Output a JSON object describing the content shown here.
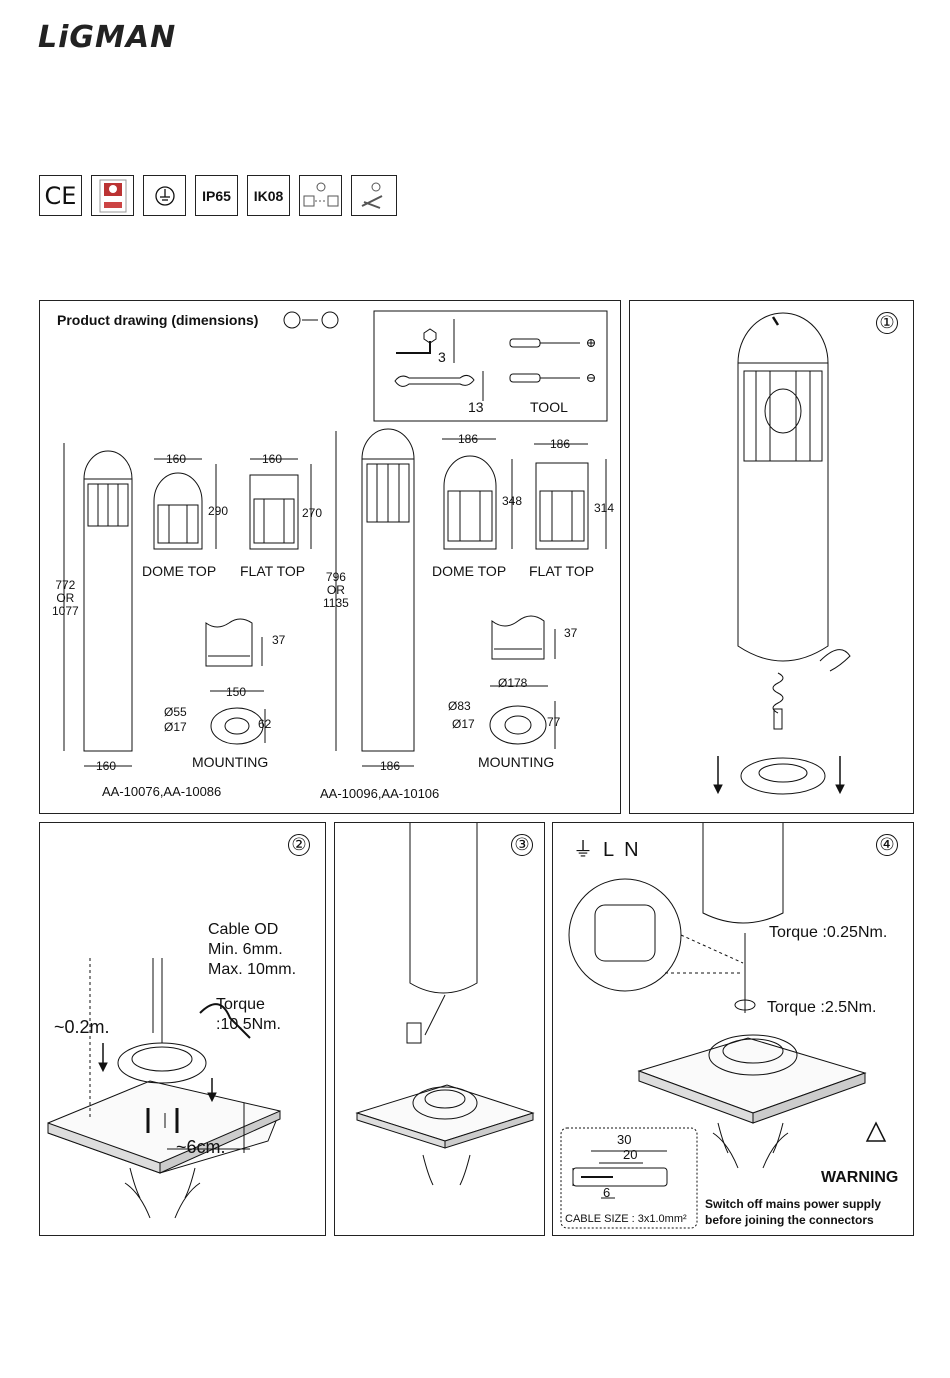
{
  "brand": {
    "logo": "LiGMAN"
  },
  "certifications": [
    {
      "name": "ce-mark",
      "label": "CE"
    },
    {
      "name": "quality-mark",
      "label": ""
    },
    {
      "name": "earth-class",
      "label": ""
    },
    {
      "name": "ip-rating",
      "label": "IP65"
    },
    {
      "name": "ik-rating",
      "label": "IK08"
    },
    {
      "name": "lamp-icon",
      "label": ""
    },
    {
      "name": "tool-icon",
      "label": ""
    }
  ],
  "drawing": {
    "title": "Product drawing (dimensions)",
    "tool": {
      "label": "TOOL",
      "hex_size": "3",
      "wrench_size": "13"
    },
    "left_model": {
      "height": [
        "772",
        "OR",
        "1077"
      ],
      "base_width": "160",
      "dome_width": "160",
      "dome_height": "290",
      "dome_label": "DOME TOP",
      "flat_width": "160",
      "flat_height": "270",
      "flat_label": "FLAT TOP",
      "mount_depth": "37",
      "mount_width": "150",
      "mount_outer": "Ø55",
      "mount_inner": "Ø17",
      "mount_offset": "62",
      "mounting_label": "MOUNTING",
      "codes": "AA-10076,AA-10086"
    },
    "right_model": {
      "height": [
        "796",
        "OR",
        "1135"
      ],
      "base_width": "186",
      "dome_width": "186",
      "dome_height": "348",
      "dome_label": "DOME TOP",
      "flat_width": "186",
      "flat_height": "314",
      "flat_label": "FLAT TOP",
      "mount_depth": "37",
      "mount_width": "Ø178",
      "mount_outer": "Ø83",
      "mount_inner": "Ø17",
      "mount_offset": "77",
      "mounting_label": "MOUNTING",
      "codes": "AA-10096,AA-10106"
    }
  },
  "steps": {
    "step1": {
      "number": "①"
    },
    "step2": {
      "number": "②",
      "cable_od": [
        "Cable OD",
        "Min. 6mm.",
        "Max. 10mm."
      ],
      "torque": [
        "Torque",
        ":10.5Nm."
      ],
      "depth": "~0.2m.",
      "anchor": "~6cm."
    },
    "step3": {
      "number": "③"
    },
    "step4": {
      "number": "④",
      "wires": [
        "⏚",
        "L",
        "N"
      ],
      "torque_small": "Torque :0.25Nm.",
      "torque_large": "Torque :2.5Nm.",
      "strip": {
        "outer": "30",
        "mid": "20",
        "inner": "6",
        "cable_size": "CABLE SIZE : 3x1.0mm²"
      },
      "warning_title": "WARNING",
      "warning_text": [
        "Switch off mains power supply",
        "before joining the connectors"
      ]
    }
  }
}
